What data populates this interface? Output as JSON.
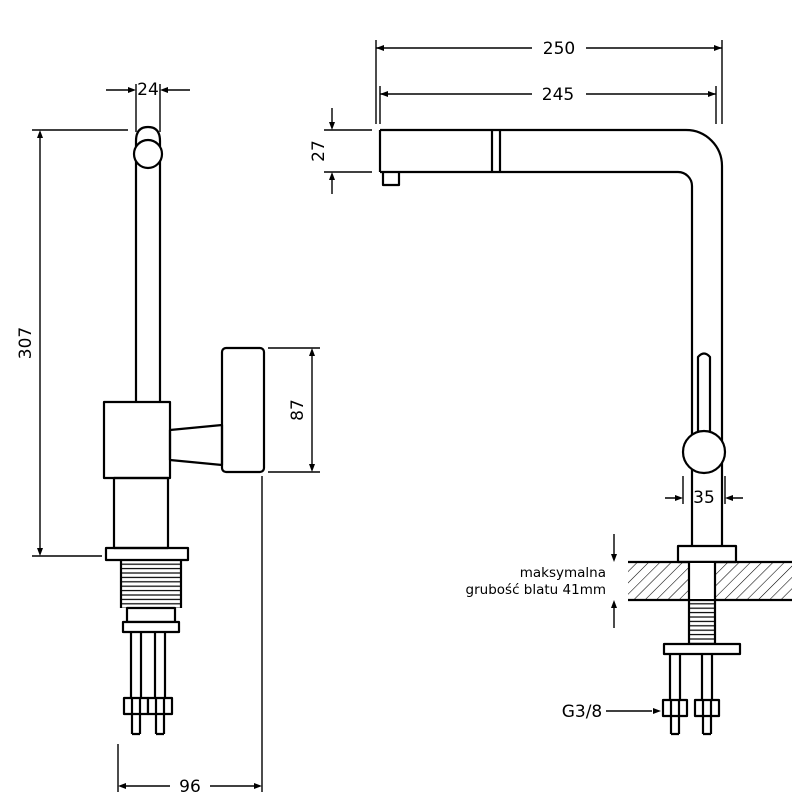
{
  "colors": {
    "line": "#000000",
    "background": "#ffffff"
  },
  "drawing": {
    "side_view": {
      "spout_width_mm": "24",
      "total_height_mm": "307",
      "handle_length_mm": "87",
      "base_depth_mm": "96"
    },
    "front_view": {
      "total_depth_mm": "250",
      "spout_reach_mm": "245",
      "spout_height_mm": "27",
      "body_width_mm": "35",
      "countertop_note_line1": "maksymalna",
      "countertop_note_line2": "grubość blatu 41mm",
      "thread_size_label": "G3/8"
    }
  }
}
